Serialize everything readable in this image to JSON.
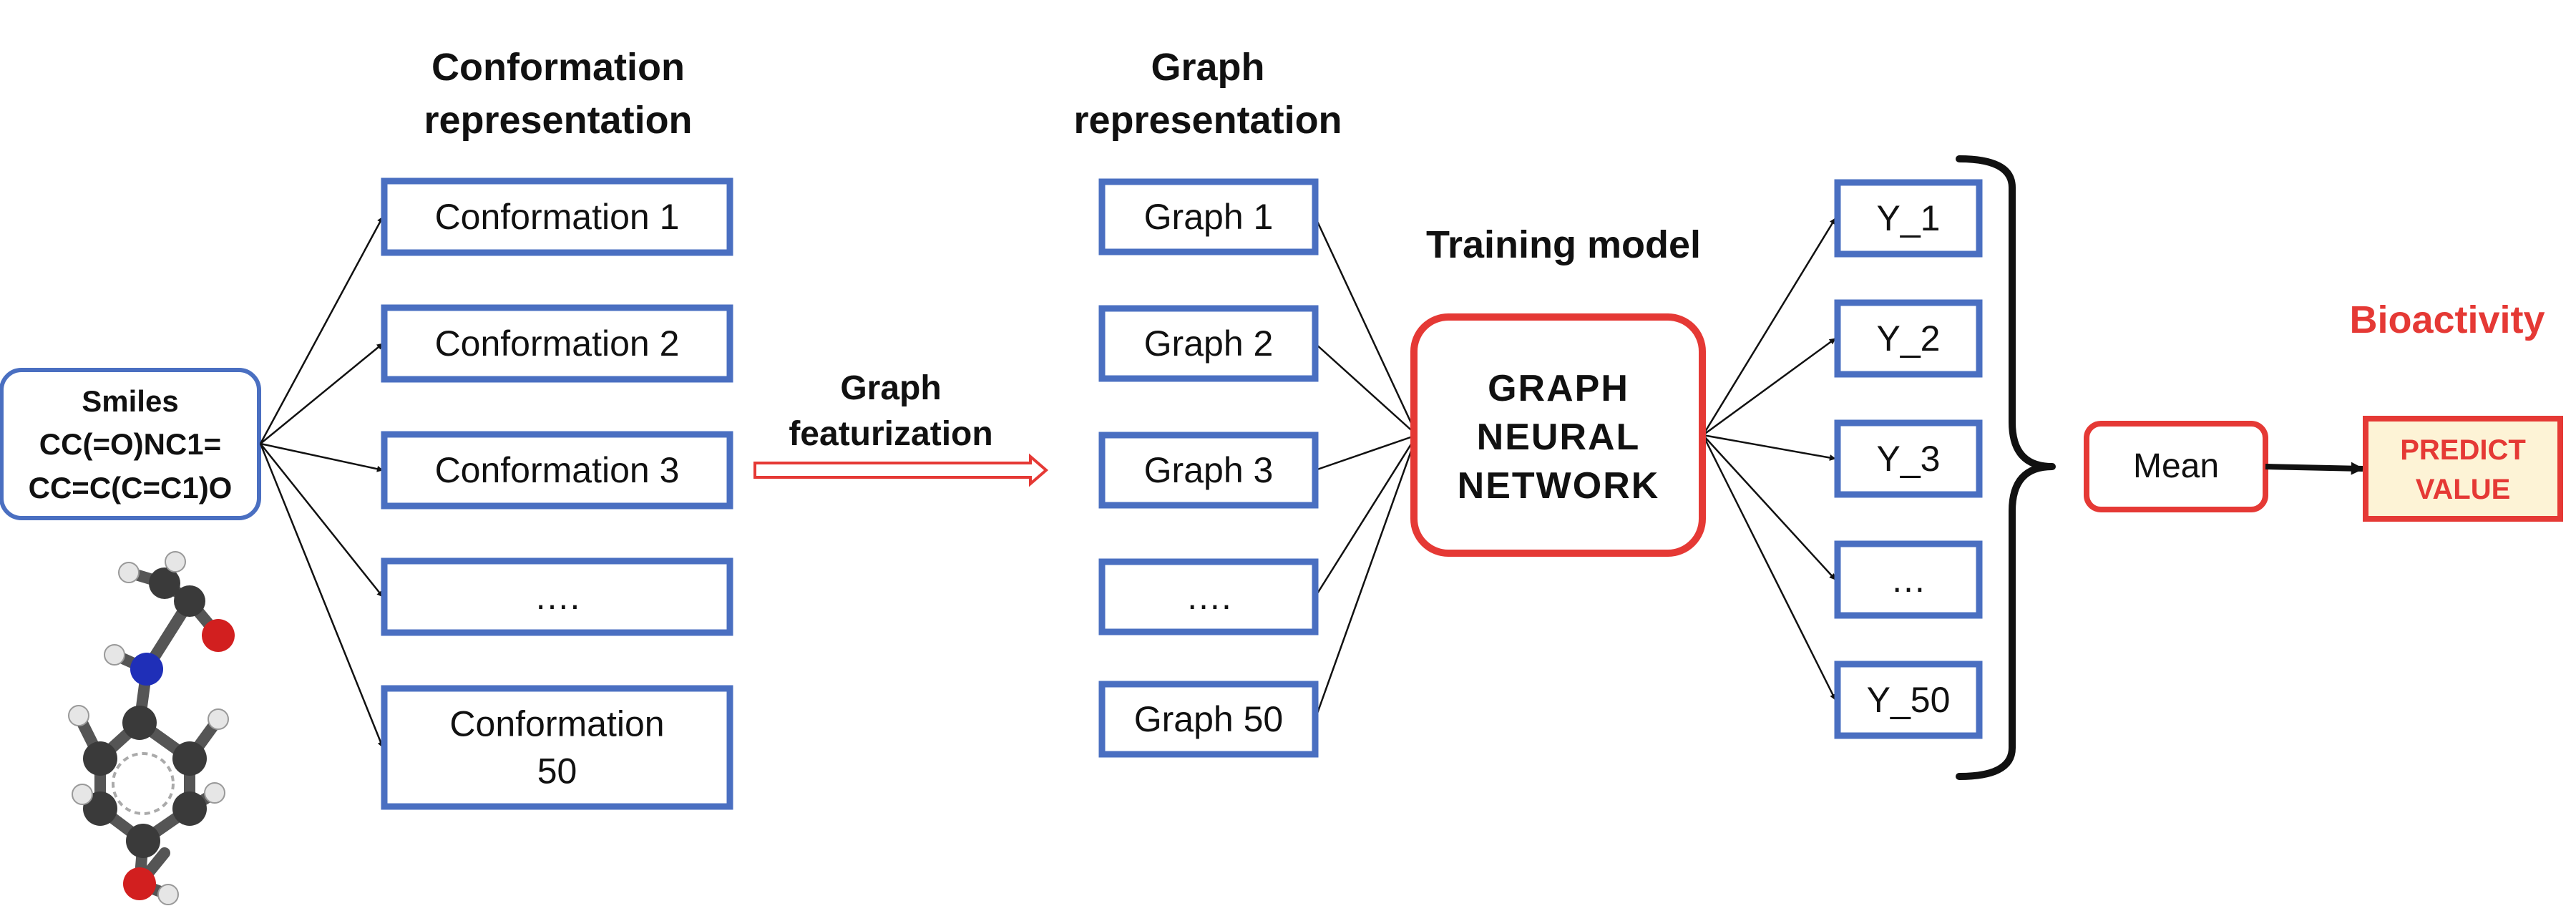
{
  "headings": {
    "conformation": [
      "Conformation",
      "representation"
    ],
    "graph": [
      "Graph",
      "representation"
    ],
    "training": "Training model",
    "bioactivity": "Bioactivity",
    "featurization": [
      "Graph",
      "featurization"
    ]
  },
  "smiles": {
    "label": "Smiles",
    "line1": "CC(=O)NC1=",
    "line2": "CC=C(C=C1)O"
  },
  "conformations": [
    [
      "Conformation 1"
    ],
    [
      "Conformation 2"
    ],
    [
      "Conformation 3"
    ],
    [
      "…."
    ],
    [
      "Conformation",
      "50"
    ]
  ],
  "graphs": [
    "Graph 1",
    "Graph 2",
    "Graph 3",
    "….",
    "Graph 50"
  ],
  "gnn": [
    "GRAPH",
    "NEURAL",
    "NETWORK"
  ],
  "outputs": [
    "Y_1",
    "Y_2",
    "Y_3",
    "…",
    "Y_50"
  ],
  "mean": "Mean",
  "predict": [
    "PREDICT",
    "VALUE"
  ],
  "colors": {
    "box_border": "#4a6fc1",
    "red": "#e53935",
    "predict_fill": "#fdf3d6",
    "text": "#111111",
    "atom_carbon": "#3a3a3a",
    "atom_oxygen": "#d21f1f",
    "atom_nitrogen": "#1f2fb8",
    "atom_hydrogen": "#e6e6e6"
  }
}
